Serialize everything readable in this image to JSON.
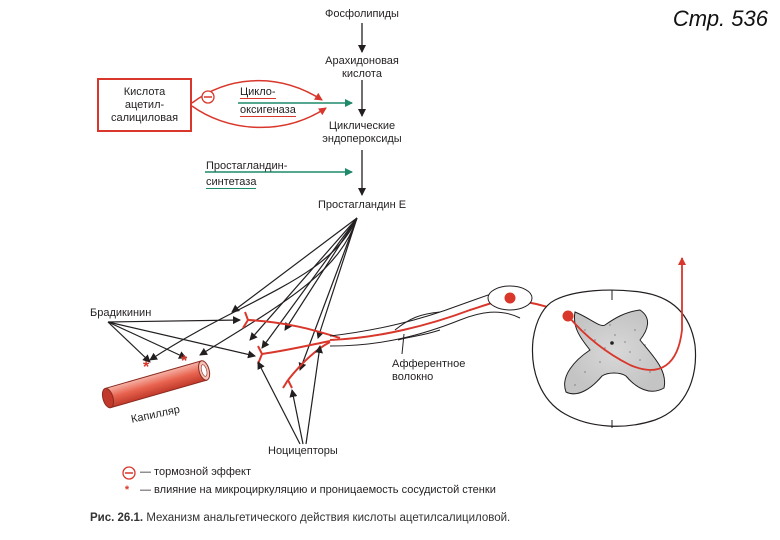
{
  "page_ref": "Стр. 536",
  "pathway": {
    "phospholipids": "Фосфолипиды",
    "arachidonic_1": "Арахидоновая",
    "arachidonic_2": "кислота",
    "endoperoxides_1": "Циклические",
    "endoperoxides_2": "эндопероксиды",
    "prostaglandin_e": "Простагландин Е"
  },
  "enzymes": {
    "cox_1": "Цикло-",
    "cox_2": "оксигеназа",
    "pg_synthetase_1": "Простагландин-",
    "pg_synthetase_2": "синтетаза"
  },
  "asa_box": {
    "line1": "Кислота",
    "line2": "ацетил-",
    "line3": "салициловая"
  },
  "labels": {
    "bradykinin": "Брадикинин",
    "capillary": "Капилляр",
    "nociceptors": "Ноцицепторы",
    "afferent_1": "Афферентное",
    "afferent_2": "волокно"
  },
  "legend": {
    "inhibit_symbol": "−",
    "inhibit_text": "— тормозной эффект",
    "micro_symbol": "*",
    "micro_text": "— влияние на микроциркуляцию и проницаемость сосудистой стенки"
  },
  "caption": {
    "figure": "Рис. 26.1.",
    "text": "Механизм анальгетического действия кислоты ацетилсалициловой."
  },
  "colors": {
    "red": "#d9372b",
    "green": "#1f8a6a",
    "ink": "#231f20"
  }
}
